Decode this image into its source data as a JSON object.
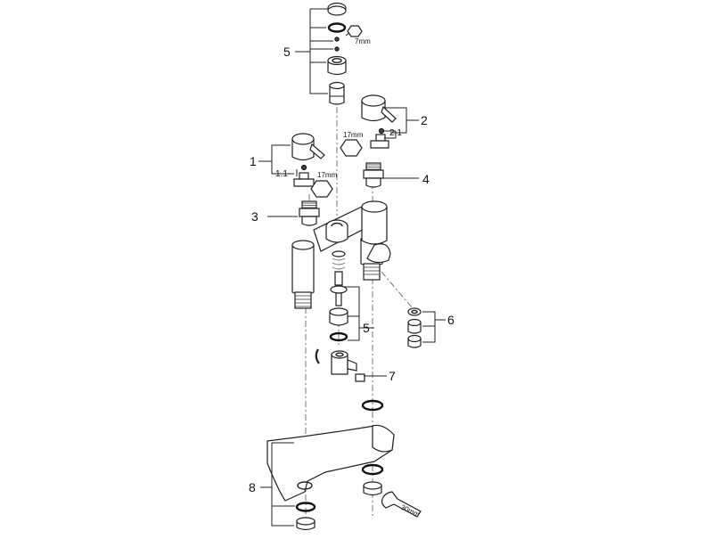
{
  "callouts": {
    "c1": "1",
    "c1_1": "1.1",
    "c2": "2",
    "c2_1": "2.1",
    "c3": "3",
    "c4": "4",
    "c5_top": "5",
    "c5_mid": "5",
    "c6": "6",
    "c7": "7",
    "c8": "8"
  },
  "tool_sizes": {
    "hex_top": "7mm",
    "hex_left": "17mm",
    "hex_right": "17mm",
    "wrench": "30mm"
  }
}
